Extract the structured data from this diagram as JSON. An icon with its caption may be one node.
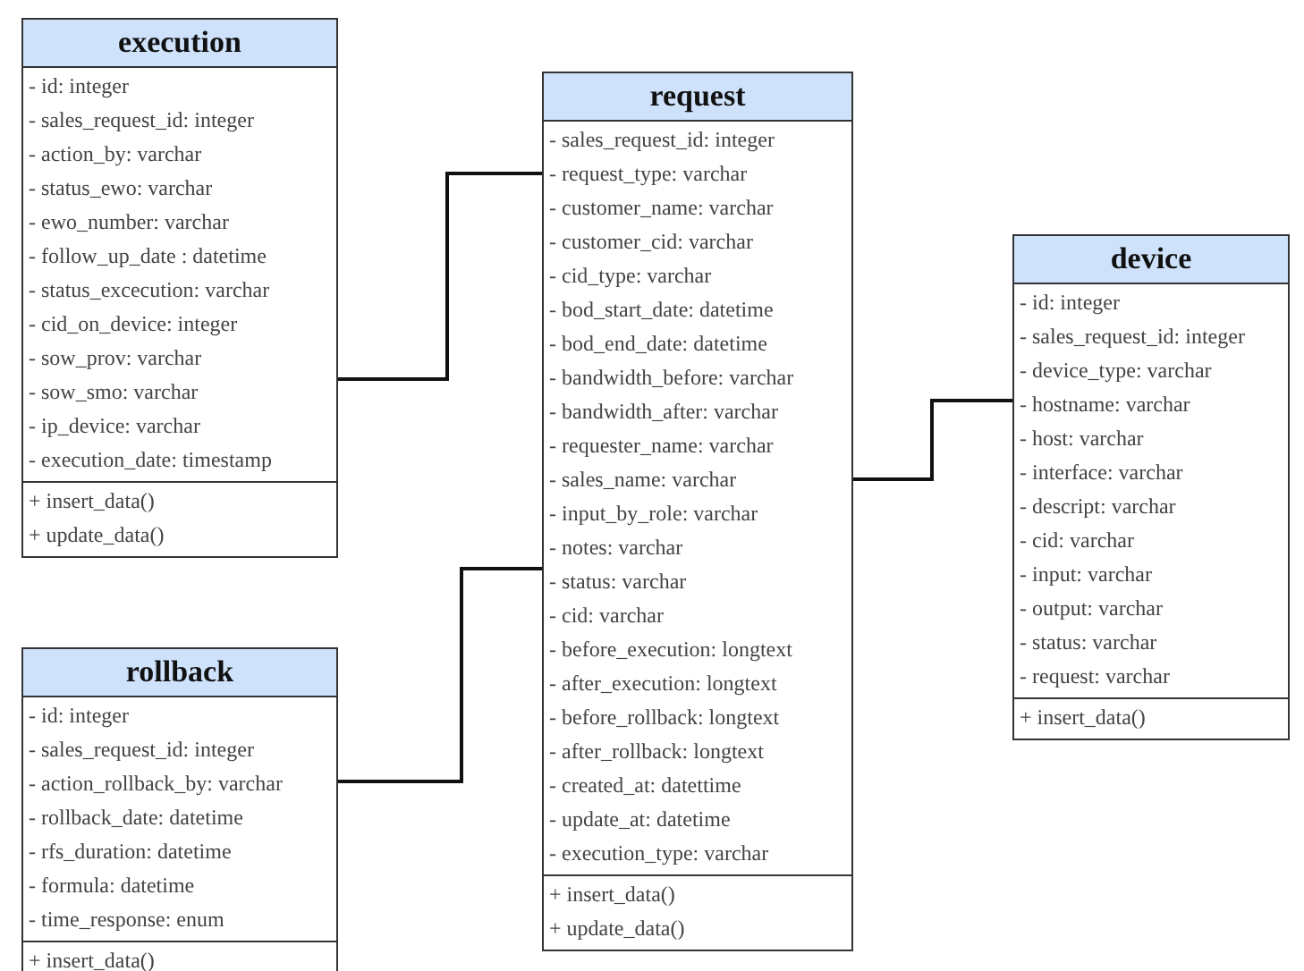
{
  "diagram": {
    "nodes": [
      {
        "text": [
          "execution",
          "- id: integer",
          "- sales_request_id: integer",
          "- action_by: varchar",
          "- status_ewo: varchar",
          "- ewo_number: varchar",
          "- follow_up_date : datetime",
          "- status_excecution: varchar",
          "- cid_on_device: integer",
          "- sow_prov: varchar",
          "- sow_smo: varchar",
          "- ip_device: varchar",
          "- execution_date: timestamp",
          "+ insert_data()",
          "+ update_data()"
        ]
      },
      {
        "text": [
          "request",
          "- sales_request_id: integer",
          "- request_type: varchar",
          "- customer_name: varchar",
          "- customer_cid: varchar",
          "- cid_type: varchar",
          "- bod_start_date: datetime",
          "- bod_end_date: datetime",
          "- bandwidth_before: varchar",
          "- bandwidth_after: varchar",
          "- requester_name: varchar",
          "- sales_name: varchar",
          "- input_by_role: varchar",
          "- notes: varchar",
          "- status: varchar",
          "- cid: varchar",
          "- before_execution: longtext",
          "- after_execution: longtext",
          "- before_rollback: longtext",
          "- after_rollback: longtext",
          "- created_at: datettime",
          "- update_at: datetime",
          "- execution_type: varchar",
          "+ insert_data()",
          "+ update_data()"
        ]
      },
      {
        "text": [
          "device",
          "- id: integer",
          "- sales_request_id: integer",
          "- device_type: varchar",
          "- hostname: varchar",
          "- host: varchar",
          "- interface: varchar",
          "- descript: varchar",
          "- cid: varchar",
          "- input: varchar",
          "- output: varchar",
          "- status: varchar",
          "- request: varchar",
          "+ insert_data()"
        ]
      },
      {
        "text": [
          "rollback",
          "- id: integer",
          "- sales_request_id: integer",
          "- action_rollback_by: varchar",
          "- rollback_date: datetime",
          "- rfs_duration: datetime",
          "- formula: datetime",
          "- time_response: enum",
          "+ insert_data()"
        ]
      }
    ],
    "edges": [
      {
        "from": 0,
        "to": 1,
        "arrow": "none"
      },
      {
        "from": 3,
        "to": 1,
        "arrow": "none"
      },
      {
        "from": 1,
        "to": 2,
        "arrow": "none"
      }
    ]
  }
}
